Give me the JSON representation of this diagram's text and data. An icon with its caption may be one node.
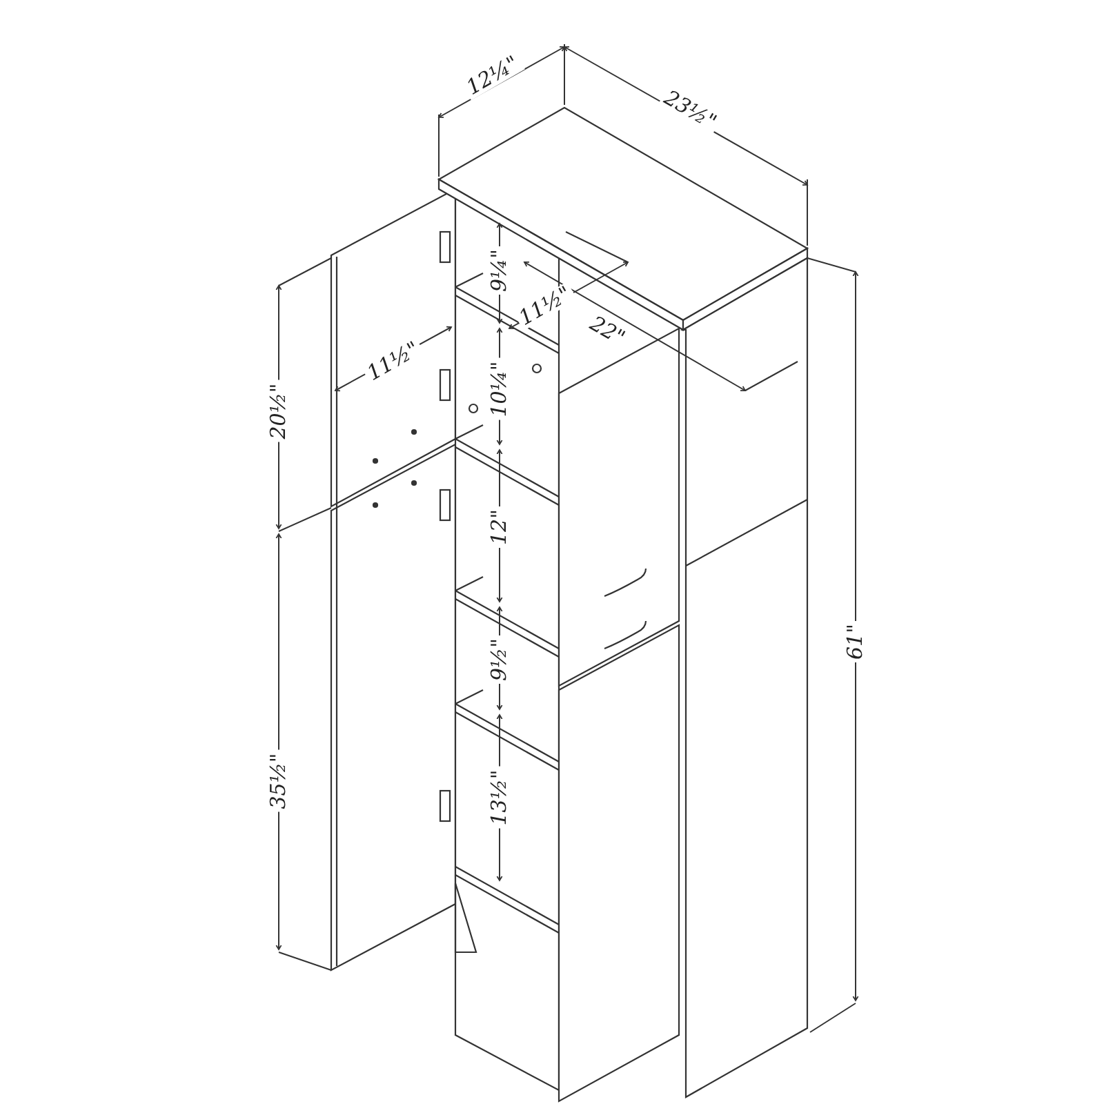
{
  "diagram": {
    "labels": [
      "12¼\"",
      "23½\"",
      "9¼\"",
      "11½\"",
      "22\"",
      "20½\"",
      "11½\"",
      "10¼\"",
      "61\"",
      "12\"",
      "9½\"",
      "35½\"",
      "13½\""
    ]
  }
}
